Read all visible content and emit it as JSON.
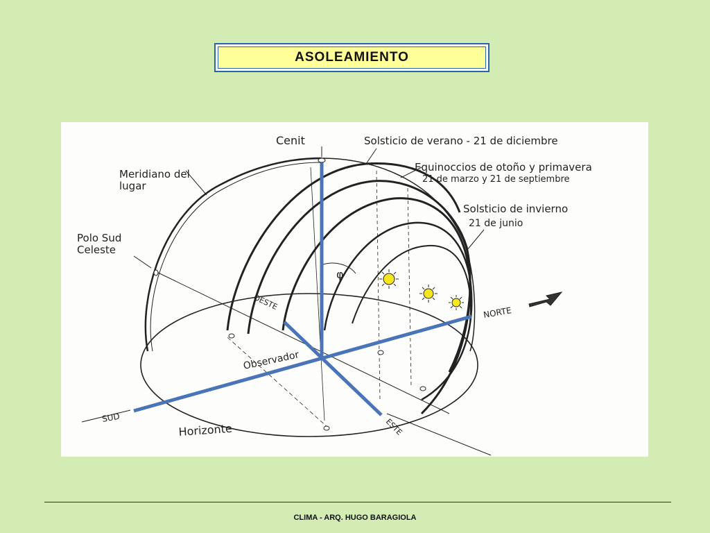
{
  "slide": {
    "title": "ASOLEAMIENTO",
    "footer": "CLIMA -  ARQ. HUGO BARAGIOLA"
  },
  "diagram": {
    "labels": {
      "cenit": "Cenit",
      "meridiano_1": "Meridiano del",
      "meridiano_2": "lugar",
      "polo_1": "Polo Sud",
      "polo_2": "Celeste",
      "solsticio_verano": "Solsticio de verano - 21 de diciembre",
      "equinoccios_1": "Equinoccios de otoño y primavera",
      "equinoccios_2": "21 de marzo y 21 de septiembre",
      "solsticio_invierno_1": "Solsticio de invierno",
      "solsticio_invierno_2": "21 de junio",
      "phi": "φ",
      "oeste": "OESTE",
      "observador": "Observador",
      "norte": "NORTE",
      "sud": "SUD",
      "este": "ESTE",
      "horizonte": "Horizonte"
    },
    "colors": {
      "axis": "#4a74b8",
      "sun": "#f5e61e",
      "ink": "#222222"
    }
  }
}
